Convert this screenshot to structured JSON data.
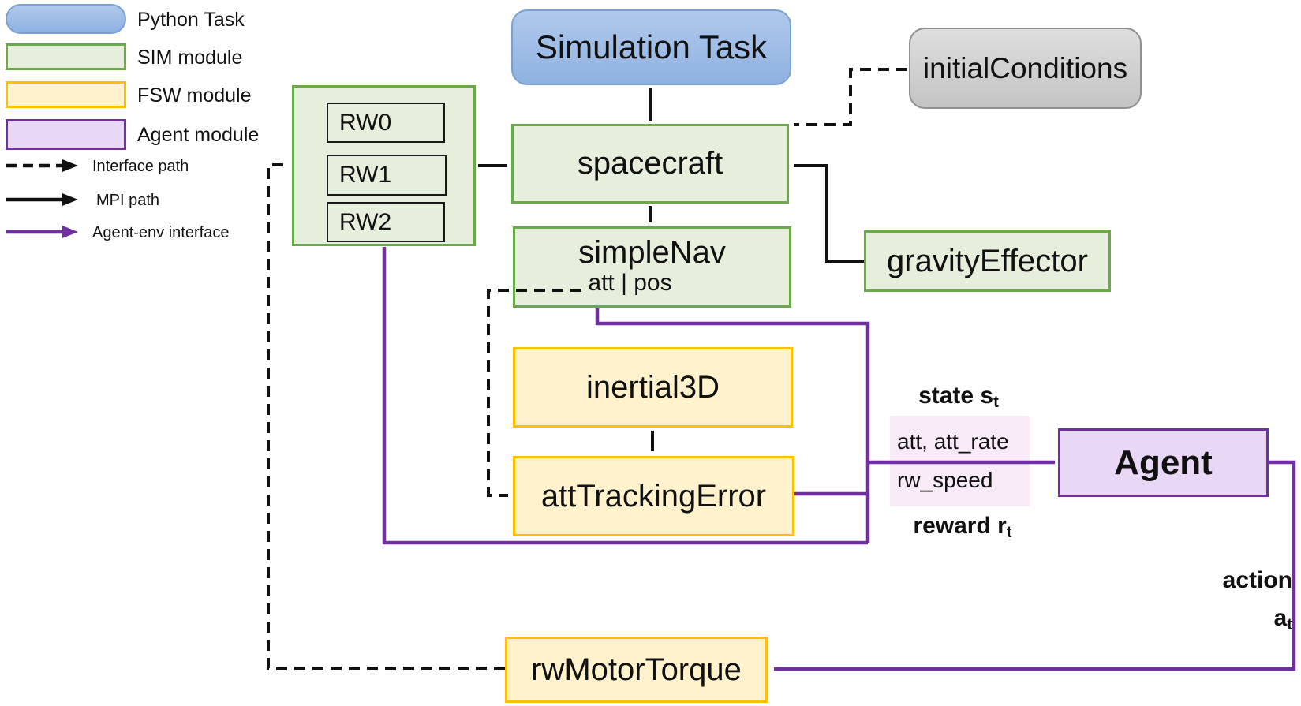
{
  "colors": {
    "python_fill": "#8fb2e1",
    "python_border": "#7ba1d4",
    "sim_fill": "#e5efdc",
    "sim_border": "#6aaa4a",
    "fsw_fill": "#fff2cc",
    "fsw_border": "#ffc000",
    "agent_fill": "#e9d7f6",
    "agent_border": "#7030a0",
    "gray_fill": "#d6d6d6",
    "gray_border": "#909090",
    "line_black": "#111111",
    "line_purple": "#7030a0",
    "state_highlight": "#f9eaf8"
  },
  "legend": {
    "modules": [
      {
        "label": "Python Task",
        "type": "python"
      },
      {
        "label": "SIM module",
        "type": "sim"
      },
      {
        "label": "FSW module",
        "type": "fsw"
      },
      {
        "label": "Agent module",
        "type": "agent"
      }
    ],
    "paths": [
      {
        "label": "Interface path",
        "style": "dashed-black"
      },
      {
        "label": "MPI path",
        "style": "solid-black"
      },
      {
        "label": "Agent-env interface",
        "style": "solid-purple"
      }
    ]
  },
  "nodes": {
    "simulation_task": {
      "label": "Simulation Task"
    },
    "initial_conditions": {
      "label": "initialConditions"
    },
    "rw_group": {
      "items": [
        "RW0",
        "RW1",
        "RW2"
      ]
    },
    "spacecraft": {
      "label": "spacecraft"
    },
    "simple_nav": {
      "label": "simpleNav",
      "sublabel": "att | pos"
    },
    "gravity_effector": {
      "label": "gravityEffector"
    },
    "inertial3d": {
      "label": "inertial3D"
    },
    "att_tracking_error": {
      "label": "attTrackingError"
    },
    "agent": {
      "label": "Agent"
    },
    "rw_motor_torque": {
      "label": "rwMotorTorque"
    }
  },
  "annotations": {
    "state_label": {
      "text": "state s",
      "sub": "t"
    },
    "state_signals": {
      "line1": "att, att_rate",
      "line2": "rw_speed"
    },
    "reward_label": {
      "text": "reward r",
      "sub": "t"
    },
    "action_label": {
      "line1": "action",
      "base": "a",
      "sub": "t"
    }
  },
  "connections": [
    {
      "from": "Simulation Task",
      "to": "spacecraft",
      "type": "MPI path"
    },
    {
      "from": "RW group",
      "to": "spacecraft",
      "type": "MPI path"
    },
    {
      "from": "spacecraft",
      "to": "simpleNav",
      "type": "MPI path"
    },
    {
      "from": "gravityEffector",
      "to": "spacecraft",
      "type": "MPI path"
    },
    {
      "from": "inertial3D",
      "to": "attTrackingError",
      "type": "MPI path"
    },
    {
      "from": "initialConditions",
      "to": "spacecraft",
      "type": "Interface path"
    },
    {
      "from": "rwMotorTorque",
      "to": "RW group",
      "type": "Interface path"
    },
    {
      "from": "simpleNav att | pos",
      "to": "attTrackingError",
      "type": "Interface path"
    },
    {
      "from": "simpleNav",
      "to": "Agent",
      "type": "Agent-env interface",
      "signal": "att, att_rate"
    },
    {
      "from": "attTrackingError",
      "to": "Agent",
      "type": "Agent-env interface",
      "signal": "reward r_t"
    },
    {
      "from": "RW group",
      "to": "Agent",
      "type": "Agent-env interface",
      "signal": "rw_speed"
    },
    {
      "from": "Agent",
      "to": "rwMotorTorque",
      "type": "Agent-env interface",
      "signal": "action a_t"
    }
  ]
}
